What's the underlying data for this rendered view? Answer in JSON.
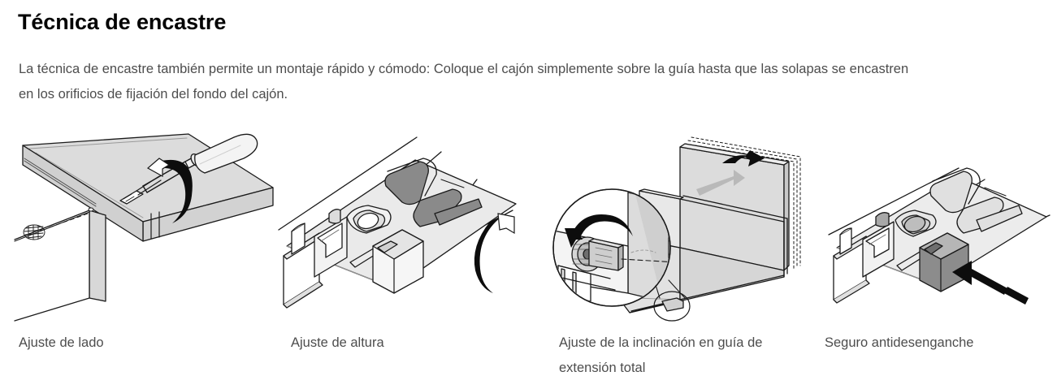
{
  "header": {
    "title": "Técnica de encastre",
    "intro": "La técnica de encastre también permite un montaje rápido y cómodo: Coloque el cajón simplemente sobre la guía hasta que las solapas se encastren en los orificios de fijación del fondo del cajón."
  },
  "colors": {
    "background": "#ffffff",
    "title_text": "#000000",
    "body_text": "#4d4d4d",
    "illustration_line": "#1a1a1a",
    "illustration_fill_light": "#dcdcdc",
    "illustration_fill_mid": "#c4c4c4",
    "illustration_fill_dark": "#8a8a8a",
    "illustration_accent_black": "#0d0d0d"
  },
  "figures": [
    {
      "id": "ajuste-de-lado",
      "caption": "Ajuste de lado",
      "illustration": "drawer-corner-screwdriver-side-adjustment"
    },
    {
      "id": "ajuste-de-altura",
      "caption": "Ajuste de altura",
      "illustration": "runner-front-fixing-bracket-height-adjustment"
    },
    {
      "id": "ajuste-inclinacion",
      "caption": "Ajuste de la inclinación en guía de extensión total",
      "illustration": "drawer-box-tilt-adjustment-magnified-detail"
    },
    {
      "id": "seguro-antidesenganche",
      "caption": "Seguro antidesenganche",
      "illustration": "runner-anti-release-lock-push-arrow"
    }
  ]
}
